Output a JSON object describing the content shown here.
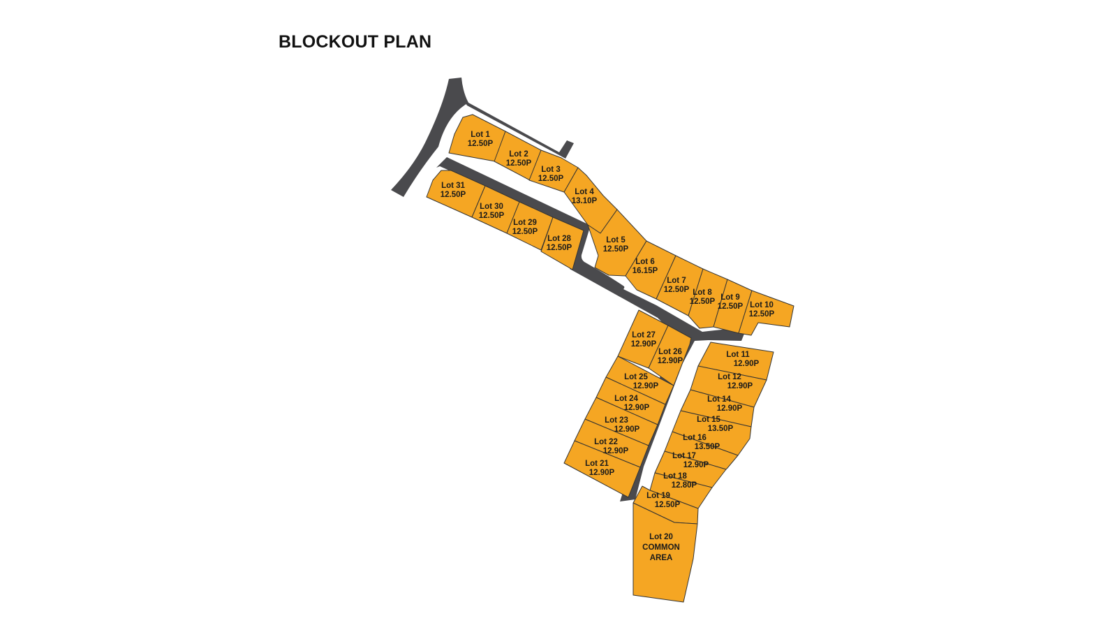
{
  "title": "BLOCKOUT PLAN",
  "colors": {
    "lot_fill": "#F5A623",
    "road_fill": "#4A4A4D",
    "lot_outline": "#333333",
    "background": "#FFFFFF"
  },
  "lots": [
    {
      "id": "lot-1",
      "name": "Lot 1",
      "area": "12.50P"
    },
    {
      "id": "lot-2",
      "name": "Lot 2",
      "area": "12.50P"
    },
    {
      "id": "lot-3",
      "name": "Lot 3",
      "area": "12.50P"
    },
    {
      "id": "lot-4",
      "name": "Lot 4",
      "area": "13.10P"
    },
    {
      "id": "lot-5",
      "name": "Lot 5",
      "area": "12.50P"
    },
    {
      "id": "lot-6",
      "name": "Lot 6",
      "area": "16.15P"
    },
    {
      "id": "lot-7",
      "name": "Lot 7",
      "area": "12.50P"
    },
    {
      "id": "lot-8",
      "name": "Lot 8",
      "area": "12.50P"
    },
    {
      "id": "lot-9",
      "name": "Lot 9",
      "area": "12.50P"
    },
    {
      "id": "lot-10",
      "name": "Lot 10",
      "area": "12.50P"
    },
    {
      "id": "lot-11",
      "name": "Lot 11",
      "area": "12.90P"
    },
    {
      "id": "lot-12",
      "name": "Lot 12",
      "area": "12.90P"
    },
    {
      "id": "lot-14",
      "name": "Lot 14",
      "area": "12.90P"
    },
    {
      "id": "lot-15",
      "name": "Lot 15",
      "area": "13.50P"
    },
    {
      "id": "lot-16",
      "name": "Lot 16",
      "area": "13.50P"
    },
    {
      "id": "lot-17",
      "name": "Lot 17",
      "area": "12.90P"
    },
    {
      "id": "lot-18",
      "name": "Lot 18",
      "area": "12.80P"
    },
    {
      "id": "lot-19",
      "name": "Lot 19",
      "area": "12.50P"
    },
    {
      "id": "lot-20",
      "name": "Lot 20",
      "area": "COMMON AREA"
    },
    {
      "id": "lot-21",
      "name": "Lot 21",
      "area": "12.90P"
    },
    {
      "id": "lot-22",
      "name": "Lot 22",
      "area": "12.90P"
    },
    {
      "id": "lot-23",
      "name": "Lot 23",
      "area": "12.90P"
    },
    {
      "id": "lot-24",
      "name": "Lot 24",
      "area": "12.90P"
    },
    {
      "id": "lot-25",
      "name": "Lot 25",
      "area": "12.90P"
    },
    {
      "id": "lot-26",
      "name": "Lot 26",
      "area": "12.90P"
    },
    {
      "id": "lot-27",
      "name": "Lot 27",
      "area": "12.90P"
    },
    {
      "id": "lot-28",
      "name": "Lot 28",
      "area": "12.50P"
    },
    {
      "id": "lot-29",
      "name": "Lot 29",
      "area": "12.50P"
    },
    {
      "id": "lot-30",
      "name": "Lot 30",
      "area": "12.50P"
    },
    {
      "id": "lot-31",
      "name": "Lot 31",
      "area": "12.50P"
    }
  ]
}
